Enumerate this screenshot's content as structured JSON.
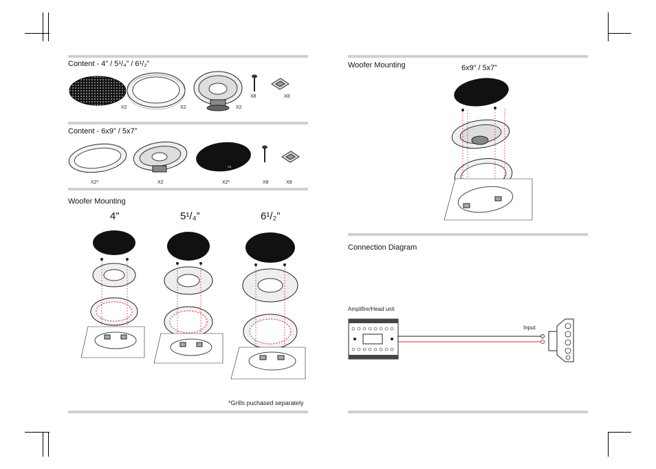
{
  "left_page": {
    "content_4_title": "Content - 4” / 5¹/₄” / 6¹/₂”",
    "content_4_quantities": [
      "X2",
      "X2",
      "X2",
      "X8",
      "X8"
    ],
    "content_69_title": "Content - 6x9” / 5x7”",
    "content_69_quantities": [
      "X2*",
      "X2",
      "X2*",
      "X8",
      "X8"
    ],
    "woofer_mounting_title": "Woofer Mounting",
    "sizes": [
      "4”",
      "5¹/₄”",
      "6¹/₂”"
    ],
    "footnote": "*Grills puchased separately"
  },
  "right_page": {
    "woofer_mounting_title": "Woofer Mounting",
    "size_label": "6x9” / 5x7”",
    "connection_title": "Connection Diagram",
    "amplifier_label": "Amplifire/Head unit",
    "input_label": "Input"
  }
}
